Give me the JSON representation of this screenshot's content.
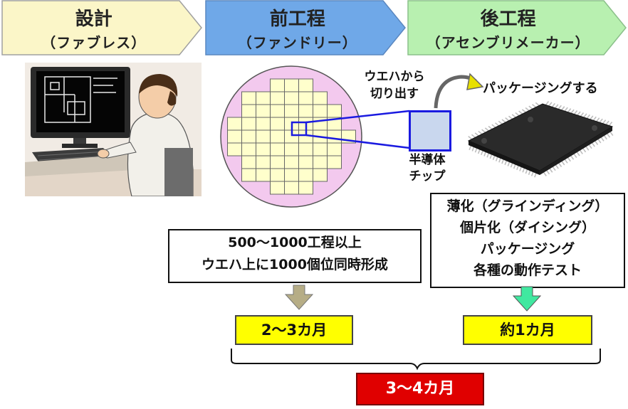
{
  "stages": [
    {
      "title": "設計",
      "sub": "（ファブレス）",
      "fill": "#fbf6c8"
    },
    {
      "title": "前工程",
      "sub": "（ファンドリー）",
      "fill": "#6fa8e8"
    },
    {
      "title": "後工程",
      "sub": "（アセンブリメーカー）",
      "fill": "#b8f0b0"
    }
  ],
  "labels": {
    "cut_line1": "ウエハから",
    "cut_line2": "切り出す",
    "package": "パッケージングする",
    "chip_line1": "半導体",
    "chip_line2": "チップ"
  },
  "front_box": {
    "line1": "500〜1000工程以上",
    "line2": "ウエハ上に1000個位同時形成"
  },
  "back_box": {
    "lines": [
      "薄化（グラインディング）",
      "個片化（ダイシング）",
      "パッケージング",
      "各種の動作テスト"
    ]
  },
  "durations": {
    "front": "2〜3カ月",
    "back": "約1カ月",
    "total": "3〜4カ月"
  },
  "colors": {
    "wafer": "#f3c9ee",
    "die": "#ffffcc",
    "chip_blue": "#1a1ae0",
    "arrow_front": "#b6ad86",
    "arrow_back": "#40e8a0"
  }
}
